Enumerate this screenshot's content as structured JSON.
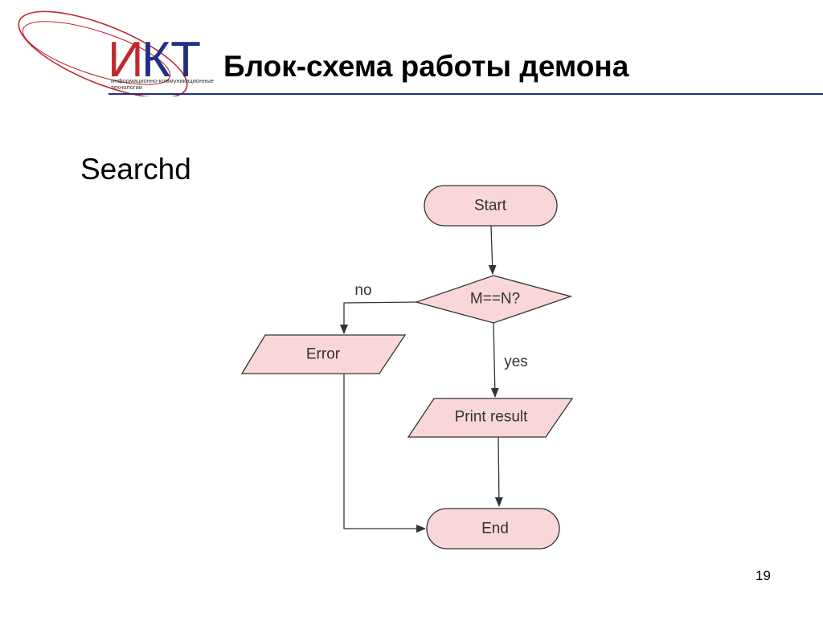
{
  "slide": {
    "title": "Блок-схема работы демона",
    "heading": "Searchd",
    "page_number": "19"
  },
  "logo": {
    "wordmark": "ИКТ",
    "tagline_line1": "информационно-коммуникационные",
    "tagline_line2": "технологии",
    "colors": {
      "accent_red": "#c0282d",
      "accent_blue": "#1f2f86"
    }
  },
  "flowchart": {
    "fill": "#f9d7d8",
    "stroke": "#333333",
    "nodes": {
      "start": "Start",
      "decision": "M==N?",
      "error": "Error",
      "print": "Print result",
      "end": "End"
    },
    "edges": {
      "no": "no",
      "yes": "yes"
    }
  }
}
